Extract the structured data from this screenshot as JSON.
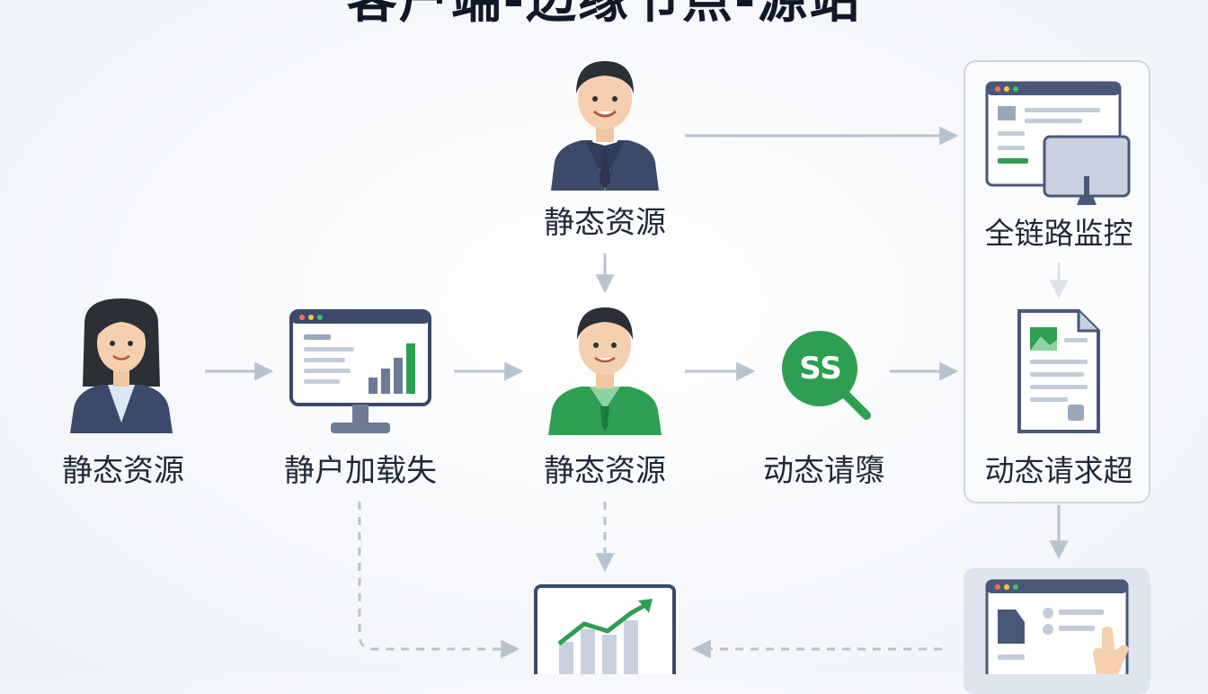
{
  "title": "客户端-边缘节点-源站",
  "nodes": {
    "user_left": {
      "label": "静态资源",
      "icon": "woman-user-icon"
    },
    "monitor_load": {
      "label": "静户加载失",
      "icon": "monitor-bar-chart-icon"
    },
    "user_top": {
      "label": "静态资源",
      "icon": "businessman-icon"
    },
    "edge_user": {
      "label": "静态资源",
      "icon": "green-user-icon"
    },
    "ss_search": {
      "label": "动态请隳",
      "icon": "ss-search-icon",
      "badge": "SS"
    },
    "full_monitor": {
      "label": "全链路监控",
      "icon": "dashboard-windows-icon"
    },
    "dynamic_timeout": {
      "label": "动态请求超",
      "icon": "document-icon"
    },
    "trend_screen": {
      "icon": "trend-chart-icon"
    },
    "touch_dashboard": {
      "icon": "touch-dashboard-icon"
    }
  },
  "colors": {
    "accent_green": "#2e9e52",
    "navy": "#3b4a6b",
    "arrow": "#b9c2cf",
    "panel_border": "#cfd6e0"
  }
}
